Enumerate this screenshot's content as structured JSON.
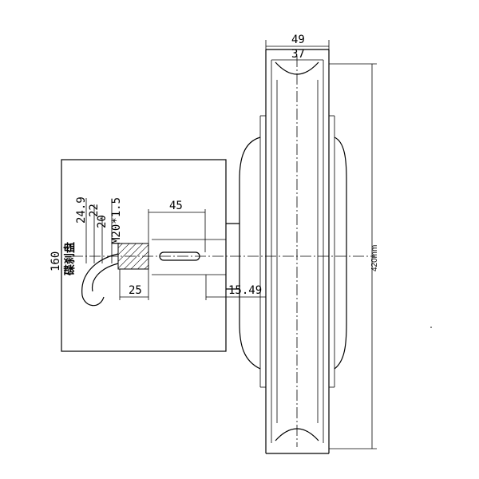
{
  "dimensions": {
    "rim_outer_width": "49",
    "rim_inner_width": "37",
    "wheel_diameter": "420mm",
    "hub_width": "160",
    "brake_label": "碟刹盘",
    "dim_24_9": "24.9",
    "dim_22": "22",
    "dim_20": "20",
    "thread": "M20*1.5",
    "shaft_length": "45",
    "dim_25": "25",
    "offset": "15.49"
  }
}
